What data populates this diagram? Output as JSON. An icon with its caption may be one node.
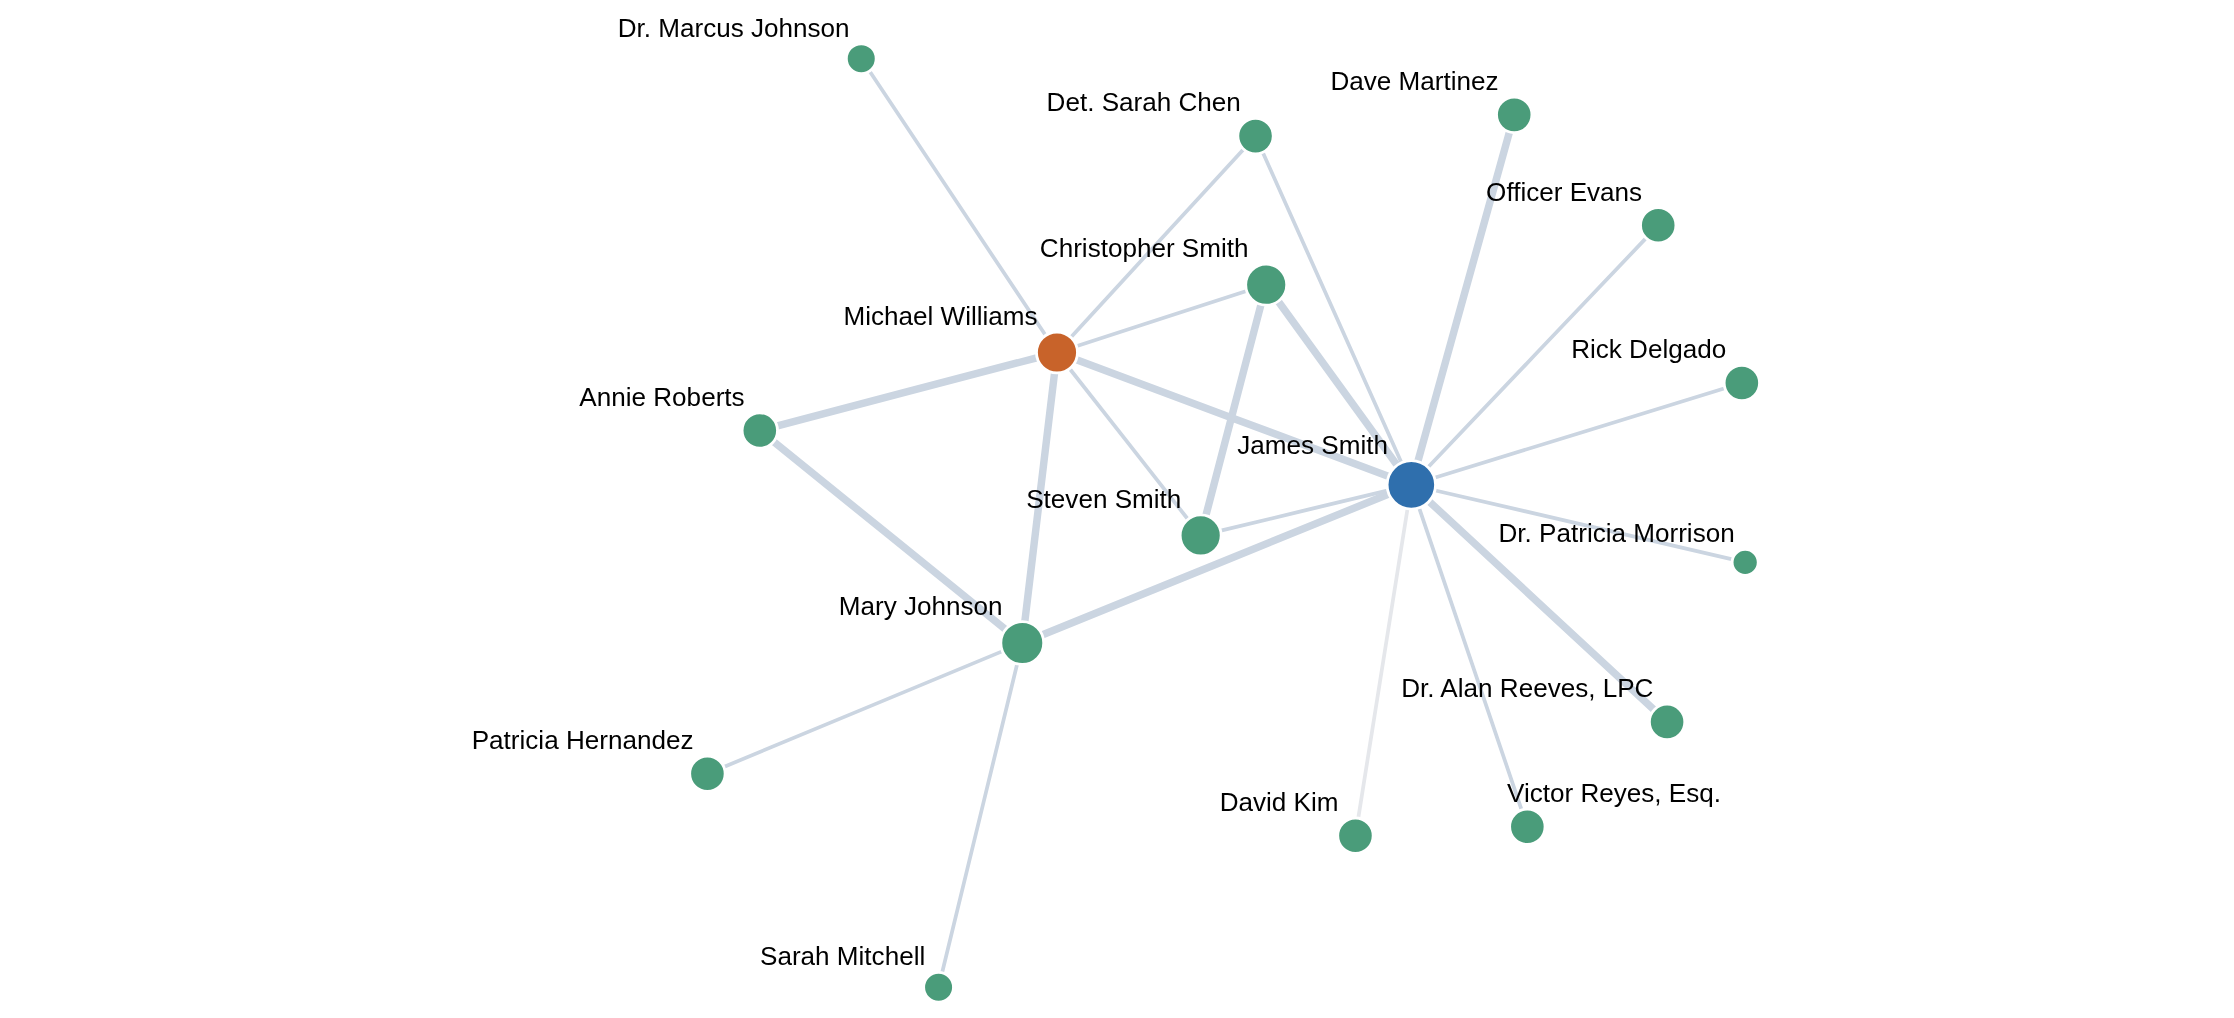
{
  "diagram": {
    "nodes": [
      {
        "text": [],
        "shape": "circle",
        "beside": [
          "Patricia Hernandez"
        ]
      },
      {
        "text": [],
        "shape": "circle",
        "beside": [
          "Annie Roberts"
        ]
      },
      {
        "text": [],
        "shape": "circle",
        "beside": [
          "Sarah Mitchell"
        ]
      },
      {
        "text": [],
        "shape": "circle",
        "beside": [
          "Dr. Marcus Johnson"
        ]
      },
      {
        "text": [],
        "shape": "circle",
        "beside": [
          "Mary Johnson"
        ]
      },
      {
        "text": [],
        "shape": "circle",
        "beside": [
          "Det. Sarah Chen"
        ]
      },
      {
        "text": [],
        "shape": "circle",
        "beside": [
          "Michael Williams"
        ]
      },
      {
        "text": [],
        "shape": "circle",
        "beside": [
          "Christopher Smith"
        ]
      },
      {
        "text": [],
        "shape": "circle",
        "beside": [
          "David Kim"
        ]
      },
      {
        "text": [],
        "shape": "circle",
        "beside": [
          "James Smith"
        ]
      },
      {
        "text": [],
        "shape": "circle",
        "beside": [
          "Steven Smith"
        ]
      },
      {
        "text": [],
        "shape": "circle",
        "beside": [
          "Dave Martinez"
        ]
      },
      {
        "text": [],
        "shape": "circle",
        "beside": [
          "Dr. Patricia Morrison"
        ]
      },
      {
        "text": [],
        "shape": "circle",
        "beside": [
          "Rick Delgado"
        ]
      },
      {
        "text": [],
        "shape": "circle",
        "beside": [
          "Officer Evans"
        ]
      },
      {
        "text": [],
        "shape": "circle",
        "beside": [
          "Victor Reyes, Esq."
        ]
      },
      {
        "text": [],
        "shape": "circle",
        "beside": [
          "Dr. Alan Reeves, LPC"
        ]
      }
    ],
    "edges": [
      {
        "from": 0,
        "to": 4,
        "arrow": "none"
      },
      {
        "from": 2,
        "to": 4,
        "arrow": "none"
      },
      {
        "from": 1,
        "to": 4,
        "arrow": "none",
        "style": "thick"
      },
      {
        "from": 1,
        "to": 6,
        "arrow": "none",
        "style": "thick"
      },
      {
        "from": 4,
        "to": 6,
        "arrow": "none",
        "style": "thick"
      },
      {
        "from": 4,
        "to": 9,
        "arrow": "none",
        "style": "thick"
      },
      {
        "from": 3,
        "to": 6,
        "arrow": "none"
      },
      {
        "from": 5,
        "to": 6,
        "arrow": "none"
      },
      {
        "from": 5,
        "to": 9,
        "arrow": "none"
      },
      {
        "from": 6,
        "to": 9,
        "arrow": "none",
        "style": "thick"
      },
      {
        "from": 6,
        "to": 7,
        "arrow": "none"
      },
      {
        "from": 6,
        "to": 10,
        "arrow": "none"
      },
      {
        "from": 7,
        "to": 9,
        "arrow": "none",
        "style": "thick"
      },
      {
        "from": 7,
        "to": 10,
        "arrow": "none",
        "style": "thick"
      },
      {
        "from": 8,
        "to": 9,
        "arrow": "none",
        "color": "#e5e7eb"
      },
      {
        "from": 9,
        "to": 10,
        "arrow": "none"
      },
      {
        "from": 9,
        "to": 11,
        "arrow": "none",
        "style": "thick"
      },
      {
        "from": 9,
        "to": 12,
        "arrow": "none"
      },
      {
        "from": 9,
        "to": 13,
        "arrow": "none"
      },
      {
        "from": 9,
        "to": 14,
        "arrow": "none"
      },
      {
        "from": 9,
        "to": 15,
        "arrow": "none"
      },
      {
        "from": 9,
        "to": 16,
        "arrow": "none",
        "style": "thick"
      }
    ]
  }
}
